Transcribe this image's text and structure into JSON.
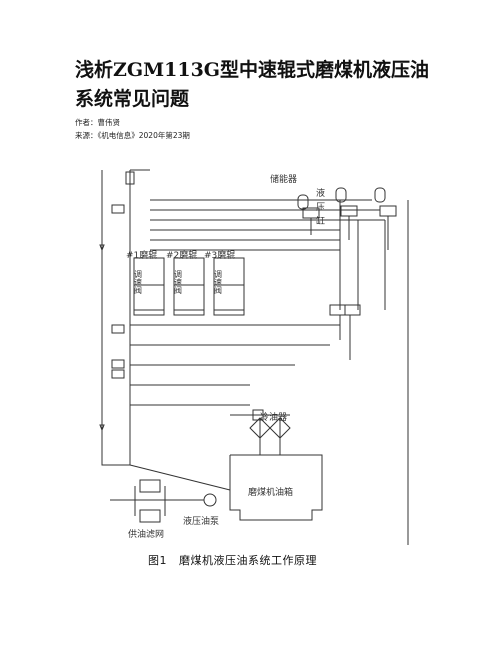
{
  "article": {
    "title": "浅析ZGM113G型中速辊式磨煤机液压油系统常见问题",
    "author_line": "作者：曹伟贤",
    "source_line": "来源：《机电信息》2020年第23期"
  },
  "figure": {
    "labels": {
      "accumulator": "储能器",
      "cylinder_1": "液",
      "cylinder_2": "压",
      "cylinder_3": "缸",
      "roller1": "#1磨辊",
      "roller2": "#2磨辊",
      "roller3": "#3磨辊",
      "valve1": "调速阀",
      "valve2": "调速阀",
      "valve3": "调速阀",
      "cooler": "冷油器",
      "tank": "磨煤机油箱",
      "pump": "液压油泵",
      "filter": "供油滤网"
    },
    "caption_number": "图1",
    "caption_text": "磨煤机液压油系统工作原理"
  }
}
